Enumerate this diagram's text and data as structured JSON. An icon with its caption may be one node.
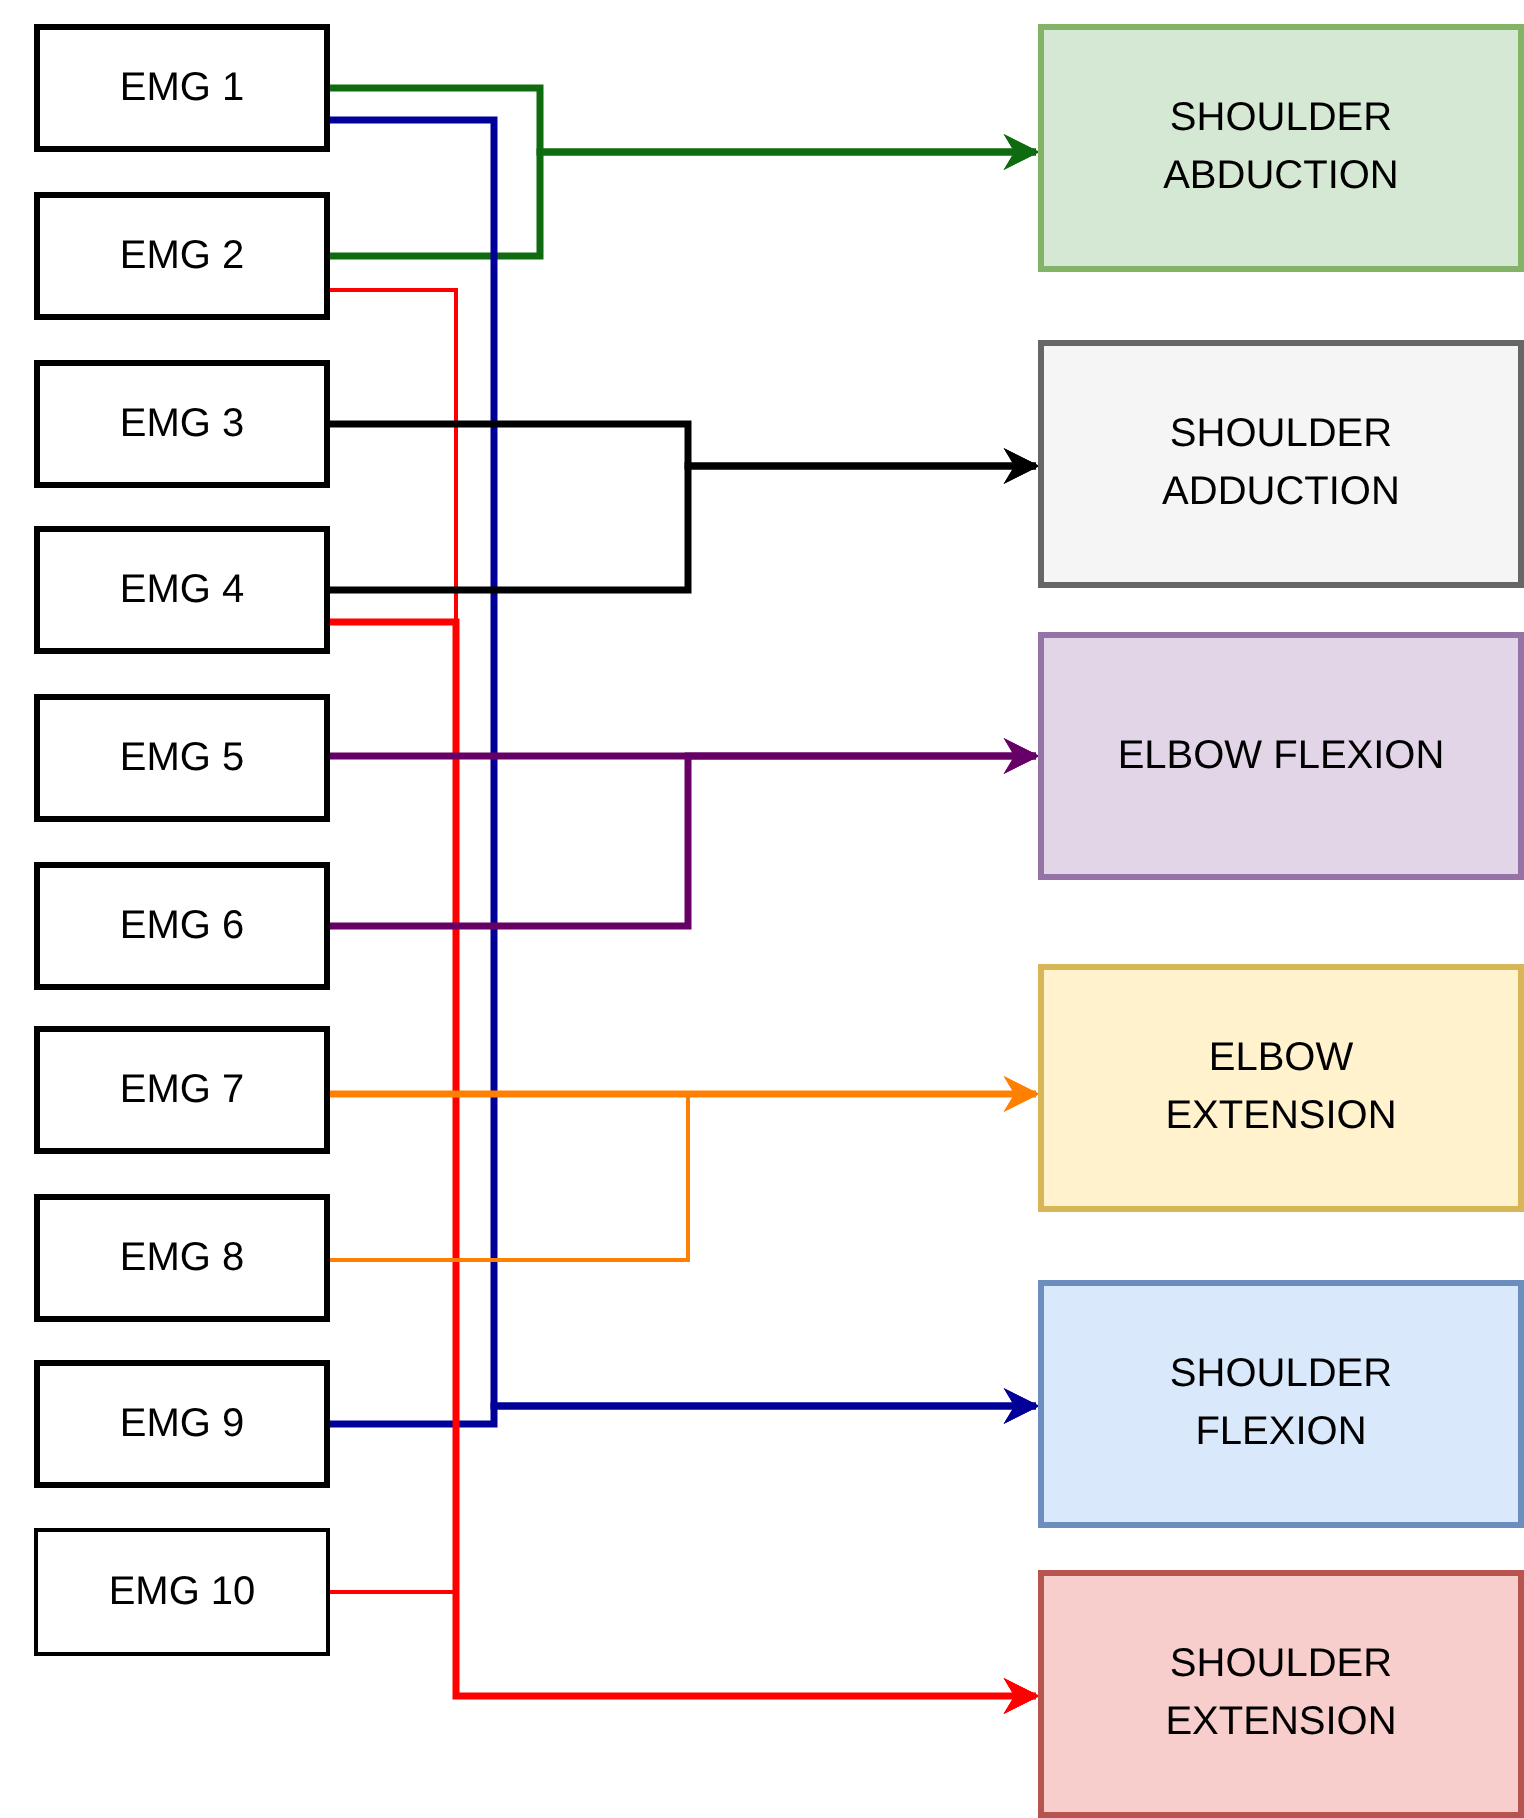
{
  "diagram": {
    "nodes": [
      {
        "text": [
          "EMG 1"
        ]
      },
      {
        "text": [
          "EMG 2"
        ]
      },
      {
        "text": [
          "EMG 3"
        ]
      },
      {
        "text": [
          "EMG 4"
        ]
      },
      {
        "text": [
          "EMG 5"
        ]
      },
      {
        "text": [
          "EMG 6"
        ]
      },
      {
        "text": [
          "EMG 7"
        ]
      },
      {
        "text": [
          "EMG 8"
        ]
      },
      {
        "text": [
          "EMG 9"
        ]
      },
      {
        "text": [
          "EMG 10"
        ]
      },
      {
        "text": [
          "SHOULDER ABDUCTION"
        ]
      },
      {
        "text": [
          "SHOULDER ADDUCTION"
        ]
      },
      {
        "text": [
          "ELBOW FLEXION"
        ]
      },
      {
        "text": [
          "ELBOW EXTENSION"
        ]
      },
      {
        "text": [
          "SHOULDER FLEXION"
        ]
      },
      {
        "text": [
          "SHOULDER EXTENSION"
        ]
      }
    ],
    "edges": [
      {
        "from": 0,
        "to": 10,
        "arrow": "to",
        "color": "#0f6b0f"
      },
      {
        "from": 1,
        "to": 10,
        "arrow": "to",
        "color": "#0f6b0f"
      },
      {
        "from": 0,
        "to": 14,
        "arrow": "to",
        "color": "#000099"
      },
      {
        "from": 8,
        "to": 14,
        "arrow": "to",
        "color": "#000099"
      },
      {
        "from": 1,
        "to": 15,
        "arrow": "to",
        "color": "#ff0000"
      },
      {
        "from": 3,
        "to": 15,
        "arrow": "to",
        "color": "#ff0000"
      },
      {
        "from": 9,
        "to": 15,
        "arrow": "to",
        "color": "#ff0000"
      },
      {
        "from": 2,
        "to": 11,
        "arrow": "to",
        "color": "#000000"
      },
      {
        "from": 3,
        "to": 11,
        "arrow": "to",
        "color": "#000000"
      },
      {
        "from": 4,
        "to": 12,
        "arrow": "to",
        "color": "#660066"
      },
      {
        "from": 5,
        "to": 12,
        "arrow": "to",
        "color": "#660066"
      },
      {
        "from": 6,
        "to": 13,
        "arrow": "to",
        "color": "#ff8000"
      },
      {
        "from": 7,
        "to": 13,
        "arrow": "to",
        "color": "#ff8000"
      }
    ]
  }
}
